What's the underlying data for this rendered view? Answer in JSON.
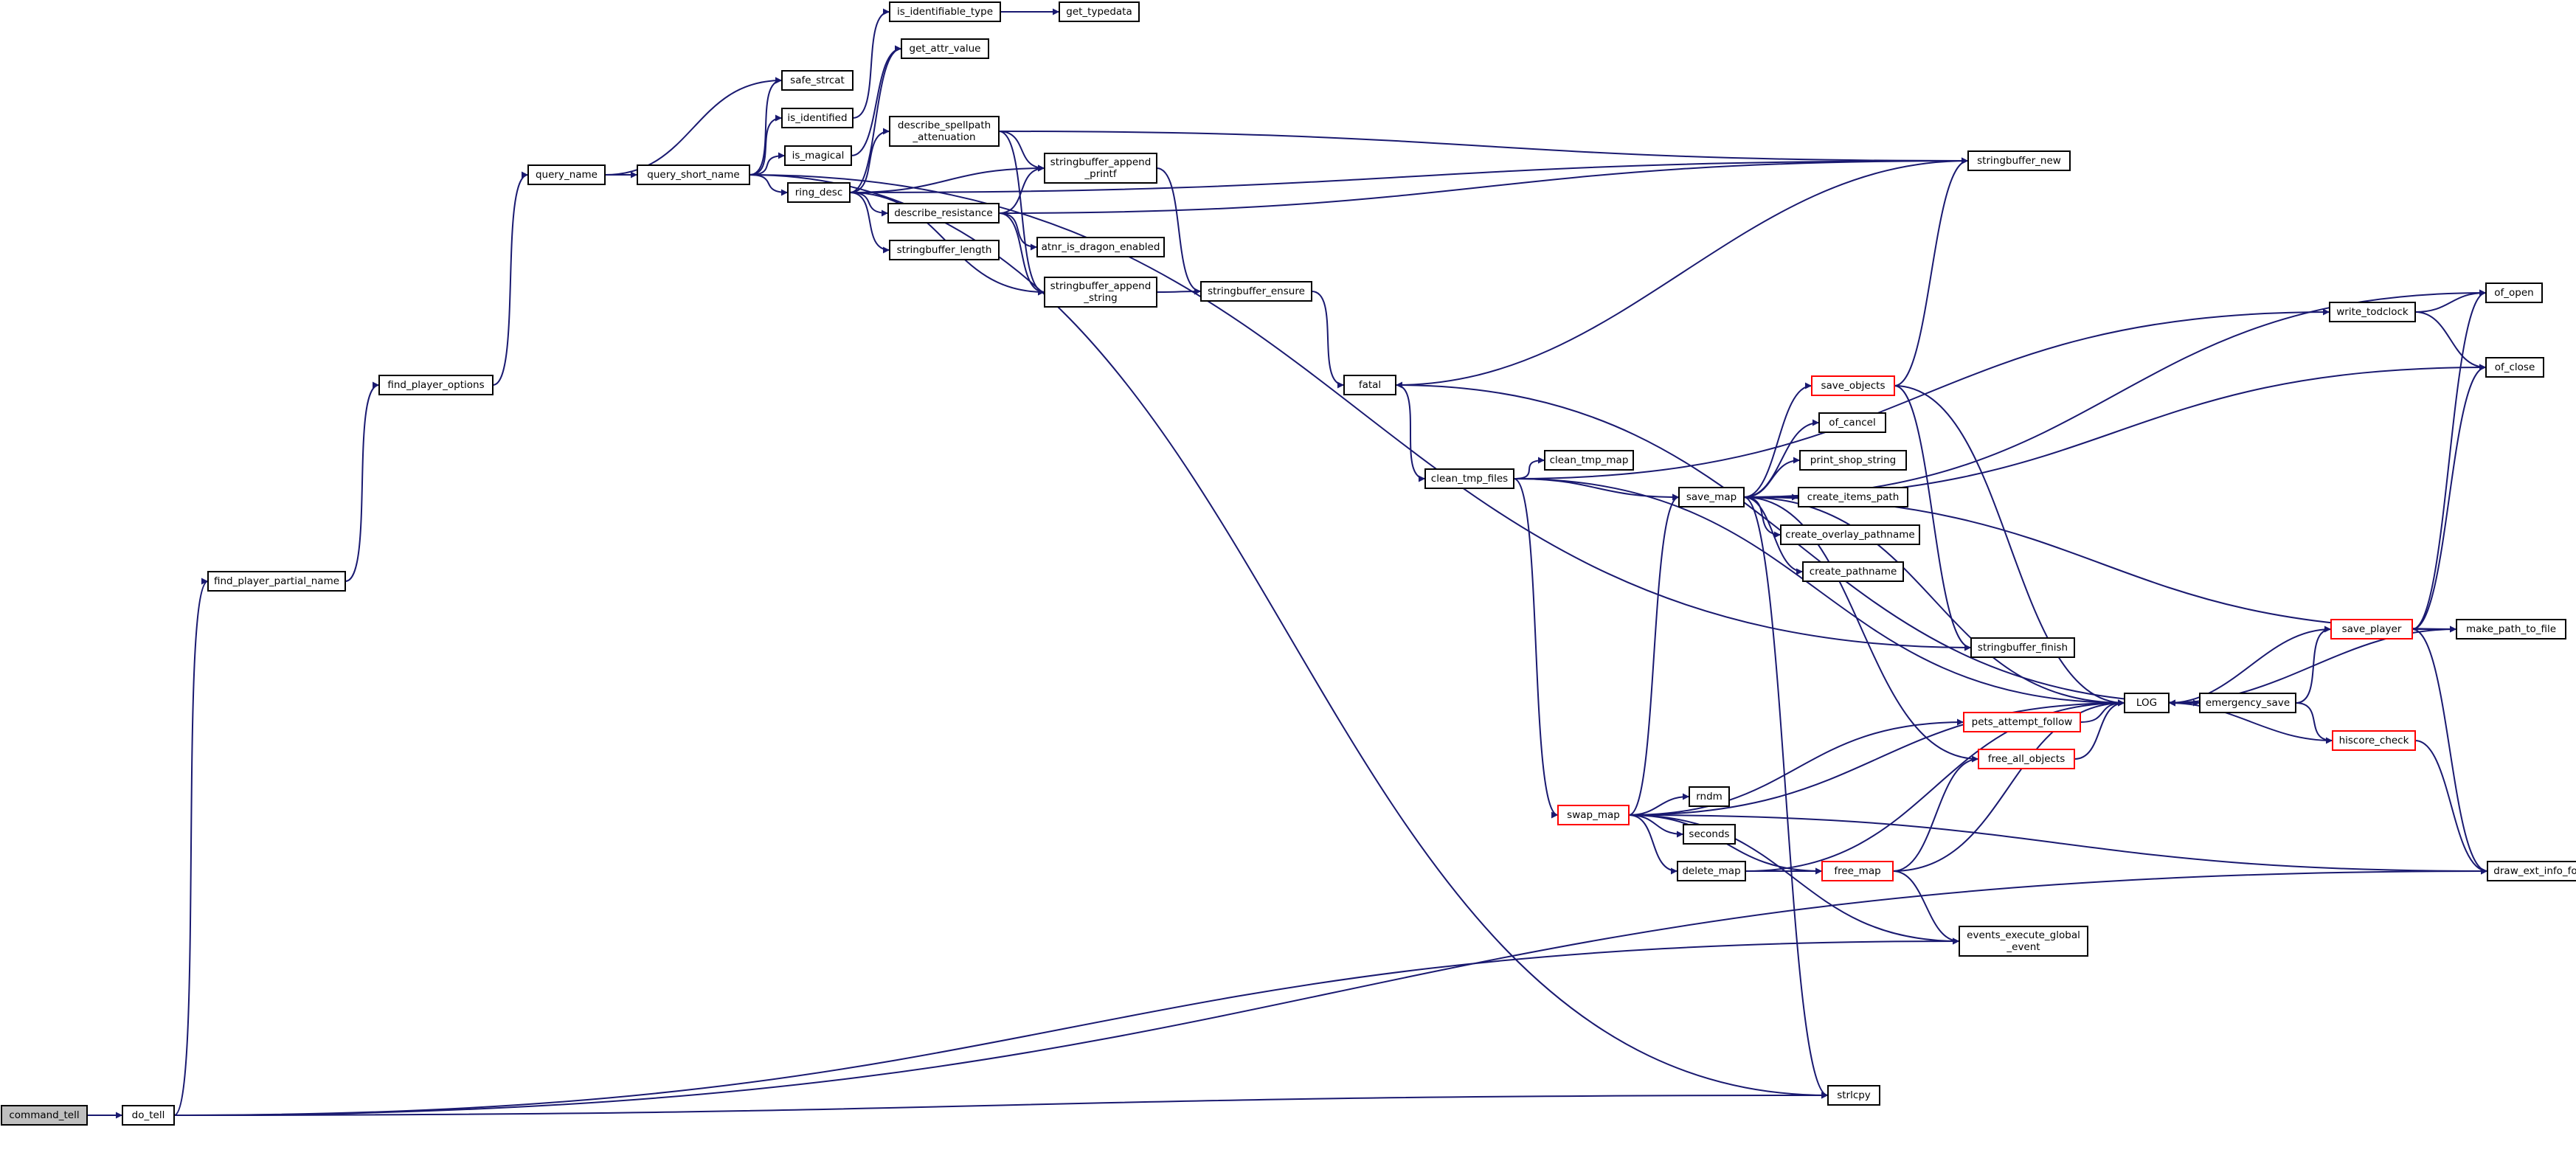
{
  "diagram": {
    "nodes": [
      {
        "id": "command_tell",
        "lines": [
          "command_tell"
        ],
        "style": "root"
      },
      {
        "id": "do_tell",
        "lines": [
          "do_tell"
        ]
      },
      {
        "id": "find_player_partial_name",
        "lines": [
          "find_player_partial_name"
        ]
      },
      {
        "id": "find_player_options",
        "lines": [
          "find_player_options"
        ]
      },
      {
        "id": "query_name",
        "lines": [
          "query_name"
        ]
      },
      {
        "id": "query_short_name",
        "lines": [
          "query_short_name"
        ]
      },
      {
        "id": "safe_strcat",
        "lines": [
          "safe_strcat"
        ]
      },
      {
        "id": "is_identified",
        "lines": [
          "is_identified"
        ]
      },
      {
        "id": "is_magical",
        "lines": [
          "is_magical"
        ]
      },
      {
        "id": "ring_desc",
        "lines": [
          "ring_desc"
        ]
      },
      {
        "id": "is_identifiable_type",
        "lines": [
          "is_identifiable_type"
        ]
      },
      {
        "id": "get_typedata",
        "lines": [
          "get_typedata"
        ]
      },
      {
        "id": "get_attr_value",
        "lines": [
          "get_attr_value"
        ]
      },
      {
        "id": "describe_spellpath_attenuation",
        "lines": [
          "describe_spellpath",
          "_attenuation"
        ]
      },
      {
        "id": "describe_resistance",
        "lines": [
          "describe_resistance"
        ]
      },
      {
        "id": "stringbuffer_length",
        "lines": [
          "stringbuffer_length"
        ]
      },
      {
        "id": "stringbuffer_append_printf",
        "lines": [
          "stringbuffer_append",
          "_printf"
        ]
      },
      {
        "id": "atnr_is_dragon_enabled",
        "lines": [
          "atnr_is_dragon_enabled"
        ]
      },
      {
        "id": "stringbuffer_append_string",
        "lines": [
          "stringbuffer_append",
          "_string"
        ]
      },
      {
        "id": "stringbuffer_ensure",
        "lines": [
          "stringbuffer_ensure"
        ]
      },
      {
        "id": "stringbuffer_new",
        "lines": [
          "stringbuffer_new"
        ]
      },
      {
        "id": "fatal",
        "lines": [
          "fatal"
        ]
      },
      {
        "id": "clean_tmp_files",
        "lines": [
          "clean_tmp_files"
        ]
      },
      {
        "id": "clean_tmp_map",
        "lines": [
          "clean_tmp_map"
        ]
      },
      {
        "id": "save_map",
        "lines": [
          "save_map"
        ]
      },
      {
        "id": "save_objects",
        "lines": [
          "save_objects"
        ],
        "style": "red"
      },
      {
        "id": "of_cancel",
        "lines": [
          "of_cancel"
        ]
      },
      {
        "id": "print_shop_string",
        "lines": [
          "print_shop_string"
        ]
      },
      {
        "id": "create_items_path",
        "lines": [
          "create_items_path"
        ]
      },
      {
        "id": "create_overlay_pathname",
        "lines": [
          "create_overlay_pathname"
        ]
      },
      {
        "id": "create_pathname",
        "lines": [
          "create_pathname"
        ]
      },
      {
        "id": "stringbuffer_finish",
        "lines": [
          "stringbuffer_finish"
        ]
      },
      {
        "id": "LOG",
        "lines": [
          "LOG"
        ]
      },
      {
        "id": "pets_attempt_follow",
        "lines": [
          "pets_attempt_follow"
        ],
        "style": "red"
      },
      {
        "id": "free_all_objects",
        "lines": [
          "free_all_objects"
        ],
        "style": "red"
      },
      {
        "id": "swap_map",
        "lines": [
          "swap_map"
        ],
        "style": "red"
      },
      {
        "id": "rndm",
        "lines": [
          "rndm"
        ]
      },
      {
        "id": "seconds",
        "lines": [
          "seconds"
        ]
      },
      {
        "id": "delete_map",
        "lines": [
          "delete_map"
        ]
      },
      {
        "id": "free_map",
        "lines": [
          "free_map"
        ],
        "style": "red"
      },
      {
        "id": "events_execute_global_event",
        "lines": [
          "events_execute_global",
          "_event"
        ]
      },
      {
        "id": "strlcpy",
        "lines": [
          "strlcpy"
        ]
      },
      {
        "id": "emergency_save",
        "lines": [
          "emergency_save"
        ]
      },
      {
        "id": "write_todclock",
        "lines": [
          "write_todclock"
        ]
      },
      {
        "id": "of_open",
        "lines": [
          "of_open"
        ]
      },
      {
        "id": "of_close",
        "lines": [
          "of_close"
        ]
      },
      {
        "id": "save_player",
        "lines": [
          "save_player"
        ],
        "style": "red"
      },
      {
        "id": "make_path_to_file",
        "lines": [
          "make_path_to_file"
        ]
      },
      {
        "id": "hiscore_check",
        "lines": [
          "hiscore_check"
        ],
        "style": "red"
      },
      {
        "id": "draw_ext_info_format",
        "lines": [
          "draw_ext_info_format"
        ]
      }
    ],
    "edges": [
      [
        "command_tell",
        "do_tell"
      ],
      [
        "do_tell",
        "find_player_partial_name"
      ],
      [
        "do_tell",
        "events_execute_global_event"
      ],
      [
        "do_tell",
        "strlcpy"
      ],
      [
        "do_tell",
        "draw_ext_info_format"
      ],
      [
        "find_player_partial_name",
        "find_player_options"
      ],
      [
        "find_player_options",
        "query_name"
      ],
      [
        "query_name",
        "query_short_name"
      ],
      [
        "query_name",
        "safe_strcat"
      ],
      [
        "query_short_name",
        "safe_strcat"
      ],
      [
        "query_short_name",
        "is_identified"
      ],
      [
        "query_short_name",
        "is_magical"
      ],
      [
        "query_short_name",
        "ring_desc"
      ],
      [
        "query_short_name",
        "stringbuffer_finish"
      ],
      [
        "query_short_name",
        "strlcpy"
      ],
      [
        "is_identified",
        "is_identifiable_type"
      ],
      [
        "is_identifiable_type",
        "get_typedata"
      ],
      [
        "is_magical",
        "get_attr_value"
      ],
      [
        "ring_desc",
        "get_attr_value"
      ],
      [
        "ring_desc",
        "describe_spellpath_attenuation"
      ],
      [
        "ring_desc",
        "describe_resistance"
      ],
      [
        "ring_desc",
        "stringbuffer_length"
      ],
      [
        "ring_desc",
        "stringbuffer_append_printf"
      ],
      [
        "ring_desc",
        "stringbuffer_append_string"
      ],
      [
        "ring_desc",
        "stringbuffer_new"
      ],
      [
        "describe_spellpath_attenuation",
        "stringbuffer_append_printf"
      ],
      [
        "describe_spellpath_attenuation",
        "stringbuffer_append_string"
      ],
      [
        "describe_spellpath_attenuation",
        "stringbuffer_new"
      ],
      [
        "describe_resistance",
        "stringbuffer_append_printf"
      ],
      [
        "describe_resistance",
        "atnr_is_dragon_enabled"
      ],
      [
        "describe_resistance",
        "stringbuffer_append_string"
      ],
      [
        "describe_resistance",
        "stringbuffer_new"
      ],
      [
        "stringbuffer_append_printf",
        "stringbuffer_ensure"
      ],
      [
        "stringbuffer_append_string",
        "stringbuffer_ensure"
      ],
      [
        "stringbuffer_ensure",
        "fatal"
      ],
      [
        "stringbuffer_new",
        "fatal"
      ],
      [
        "fatal",
        "clean_tmp_files"
      ],
      [
        "fatal",
        "emergency_save"
      ],
      [
        "clean_tmp_files",
        "clean_tmp_map"
      ],
      [
        "clean_tmp_files",
        "save_map"
      ],
      [
        "clean_tmp_files",
        "swap_map"
      ],
      [
        "clean_tmp_files",
        "LOG"
      ],
      [
        "clean_tmp_files",
        "write_todclock"
      ],
      [
        "save_map",
        "save_objects"
      ],
      [
        "save_map",
        "of_cancel"
      ],
      [
        "save_map",
        "print_shop_string"
      ],
      [
        "save_map",
        "create_items_path"
      ],
      [
        "save_map",
        "create_overlay_pathname"
      ],
      [
        "save_map",
        "create_pathname"
      ],
      [
        "save_map",
        "LOG"
      ],
      [
        "save_map",
        "free_all_objects"
      ],
      [
        "save_map",
        "strlcpy"
      ],
      [
        "save_map",
        "of_open"
      ],
      [
        "save_map",
        "of_close"
      ],
      [
        "save_map",
        "make_path_to_file"
      ],
      [
        "save_objects",
        "stringbuffer_new"
      ],
      [
        "save_objects",
        "stringbuffer_finish"
      ],
      [
        "save_objects",
        "LOG"
      ],
      [
        "swap_map",
        "save_map"
      ],
      [
        "swap_map",
        "pets_attempt_follow"
      ],
      [
        "swap_map",
        "LOG"
      ],
      [
        "swap_map",
        "rndm"
      ],
      [
        "swap_map",
        "seconds"
      ],
      [
        "swap_map",
        "delete_map"
      ],
      [
        "swap_map",
        "free_map"
      ],
      [
        "swap_map",
        "events_execute_global_event"
      ],
      [
        "swap_map",
        "draw_ext_info_format"
      ],
      [
        "pets_attempt_follow",
        "LOG"
      ],
      [
        "free_all_objects",
        "LOG"
      ],
      [
        "delete_map",
        "free_map"
      ],
      [
        "delete_map",
        "LOG"
      ],
      [
        "free_map",
        "free_all_objects"
      ],
      [
        "free_map",
        "events_execute_global_event"
      ],
      [
        "free_map",
        "LOG"
      ],
      [
        "emergency_save",
        "LOG"
      ],
      [
        "emergency_save",
        "save_player"
      ],
      [
        "emergency_save",
        "hiscore_check"
      ],
      [
        "write_todclock",
        "of_open"
      ],
      [
        "write_todclock",
        "of_close"
      ],
      [
        "save_player",
        "LOG"
      ],
      [
        "save_player",
        "of_open"
      ],
      [
        "save_player",
        "of_close"
      ],
      [
        "save_player",
        "make_path_to_file"
      ],
      [
        "save_player",
        "draw_ext_info_format"
      ],
      [
        "make_path_to_file",
        "LOG"
      ],
      [
        "hiscore_check",
        "LOG"
      ],
      [
        "hiscore_check",
        "draw_ext_info_format"
      ]
    ]
  }
}
